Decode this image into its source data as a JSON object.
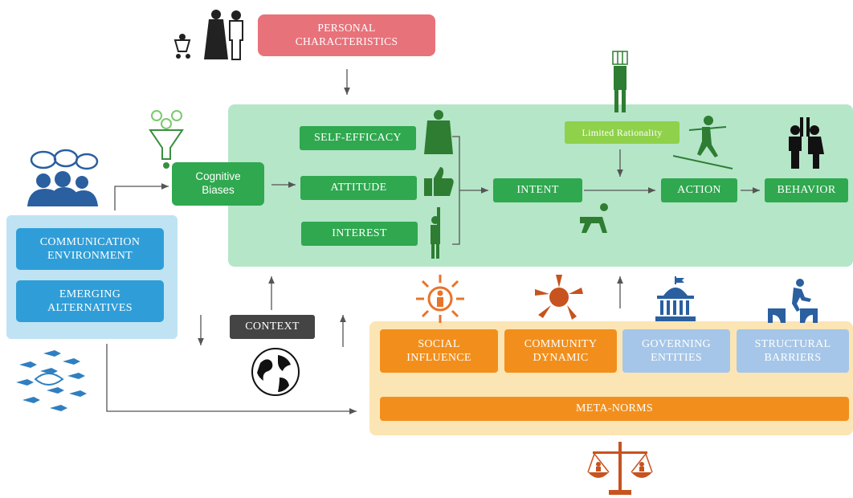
{
  "top": {
    "personal": "PERSONAL\nCHARACTERISTICS"
  },
  "left": {
    "communication": "COMMUNICATION\nENVIRONMENT",
    "emerging": "EMERGING\nALTERNATIVES"
  },
  "center": {
    "cognitive": "Cognitive\nBiases",
    "self_efficacy": "SELF-EFFICACY",
    "attitude": "ATTITUDE",
    "interest": "INTEREST",
    "intent": "INTENT",
    "limited": "Limited Rationality",
    "action": "ACTION",
    "behavior": "BEHAVIOR"
  },
  "context": "CONTEXT",
  "bottom": {
    "social": "SOCIAL\nINFLUENCE",
    "community": "COMMUNITY\nDYNAMIC",
    "governing": "GOVERNING\nENTITIES",
    "structural": "STRUCTURAL\nBARRIERS",
    "metanorms": "META-NORMS"
  },
  "colors": {
    "green_panel": "#b5e6c8",
    "green_box": "#2fa84f",
    "blue_panel": "#bfe3f3",
    "blue_box": "#2f9ed8",
    "orange_panel": "#fbe5b4",
    "orange_box": "#f28f1c",
    "light_blue_box": "#a5c6e8",
    "pink_box": "#e8727a",
    "dark_box": "#444444"
  },
  "icons": [
    "family-icon",
    "funnel-icon",
    "crowd-icon",
    "fish-school-icon",
    "superhero-icon",
    "thumbs-up-icon",
    "raised-hand-icon",
    "caged-person-icon",
    "tightrope-icon",
    "high-five-icon",
    "crawling-person-icon",
    "globe-icon",
    "sun-person-icon",
    "hands-circle-icon",
    "capitol-icon",
    "jumping-gap-icon",
    "scales-icon"
  ]
}
